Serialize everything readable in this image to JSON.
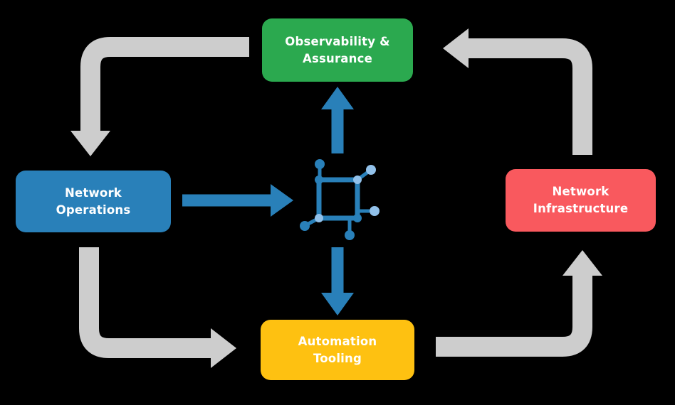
{
  "background_color": "#000000",
  "text_color": "#FFFFFF",
  "nodes": {
    "observability": {
      "label": "Observability & Assurance",
      "lines": [
        "Observability &",
        "Assurance"
      ],
      "color": "#2BA94F"
    },
    "operations": {
      "label": "Network Operations",
      "lines": [
        "Network",
        "Operations"
      ],
      "color": "#2980B9"
    },
    "infrastructure": {
      "label": "Network Infrastructure",
      "lines": [
        "Network",
        "Infrastructure"
      ],
      "color": "#F9595E"
    },
    "automation": {
      "label": "Automation Tooling",
      "lines": [
        "Automation",
        "Tooling"
      ],
      "color": "#FEC111"
    }
  },
  "center_icon": {
    "name": "network-mesh-icon",
    "dark_color": "#2980B9",
    "light_color": "#92C1EA"
  },
  "arrows": {
    "gray_color": "#CDCDCD",
    "blue_color": "#2980B9",
    "flows": [
      "observability-to-operations",
      "operations-to-automation",
      "automation-to-infrastructure",
      "infrastructure-to-observability",
      "operations-to-center",
      "center-to-observability",
      "center-to-automation"
    ]
  }
}
